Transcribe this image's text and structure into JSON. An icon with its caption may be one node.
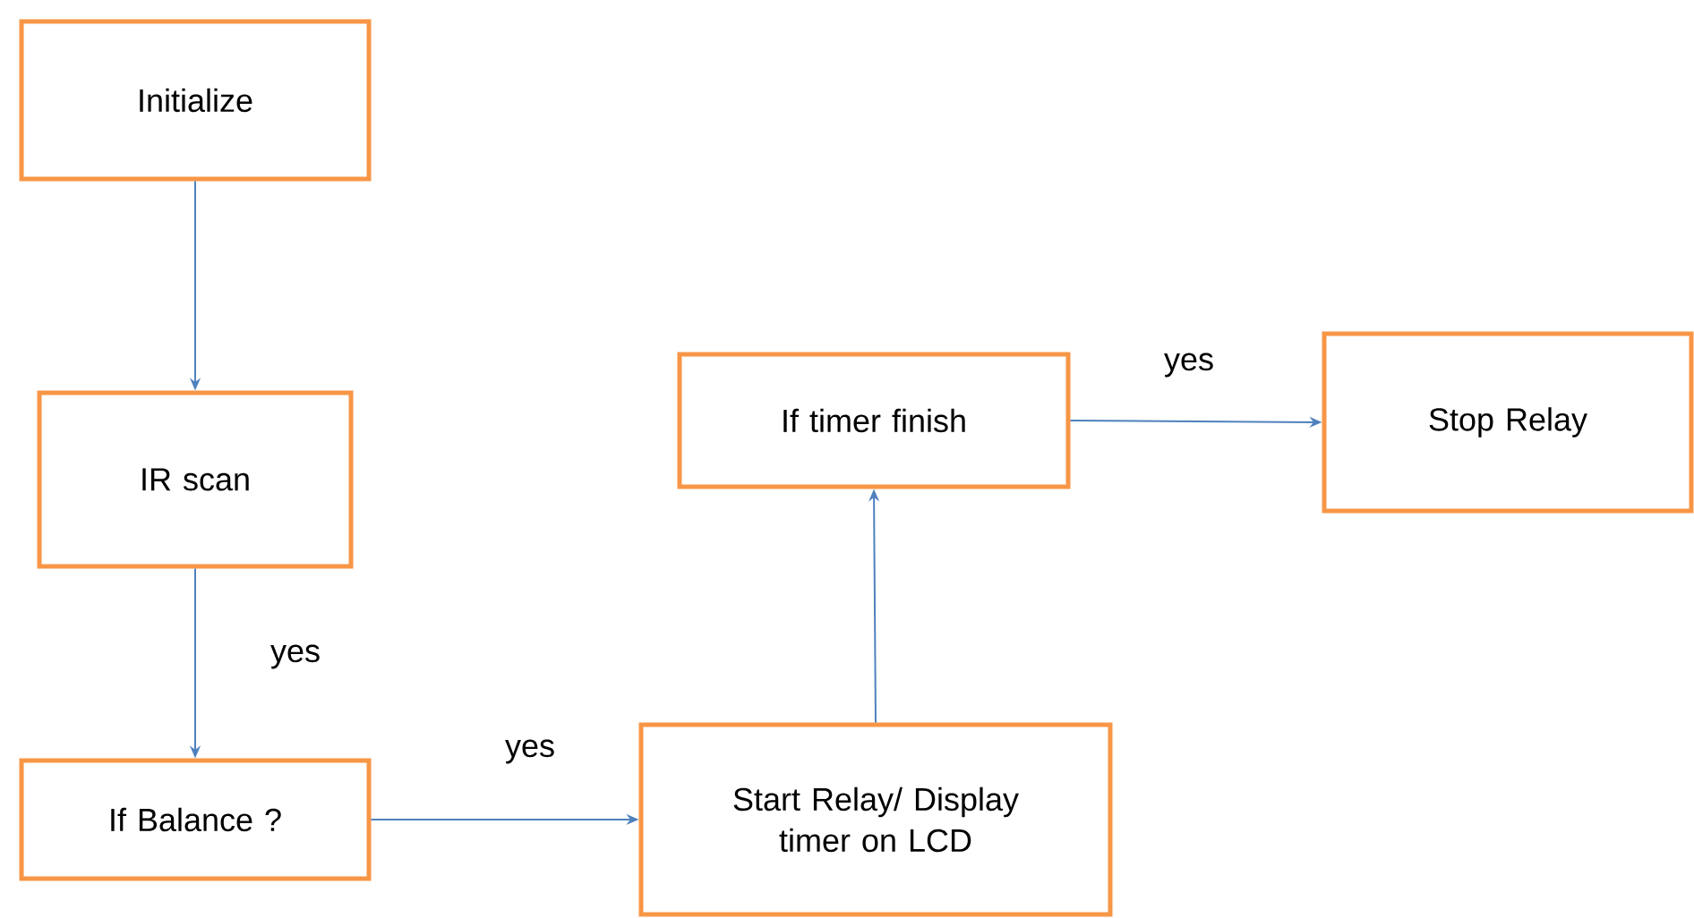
{
  "diagram": {
    "nodes": [
      {
        "text": [
          "Initialize"
        ]
      },
      {
        "text": [
          "IR scan"
        ]
      },
      {
        "text": [
          "If Balance ?"
        ]
      },
      {
        "text": [
          "Start Relay/ Display timer on LCD"
        ]
      },
      {
        "text": [
          "If timer finish"
        ]
      },
      {
        "text": [
          "Stop Relay"
        ]
      }
    ],
    "edges": [
      {
        "from": 0,
        "to": 1,
        "arrow": "to"
      },
      {
        "from": 1,
        "to": 2,
        "arrow": "to",
        "label": "yes"
      },
      {
        "from": 2,
        "to": 3,
        "arrow": "to",
        "label": "yes"
      },
      {
        "from": 3,
        "to": 4,
        "arrow": "to"
      },
      {
        "from": 4,
        "to": 5,
        "arrow": "to",
        "label": "yes"
      }
    ]
  }
}
